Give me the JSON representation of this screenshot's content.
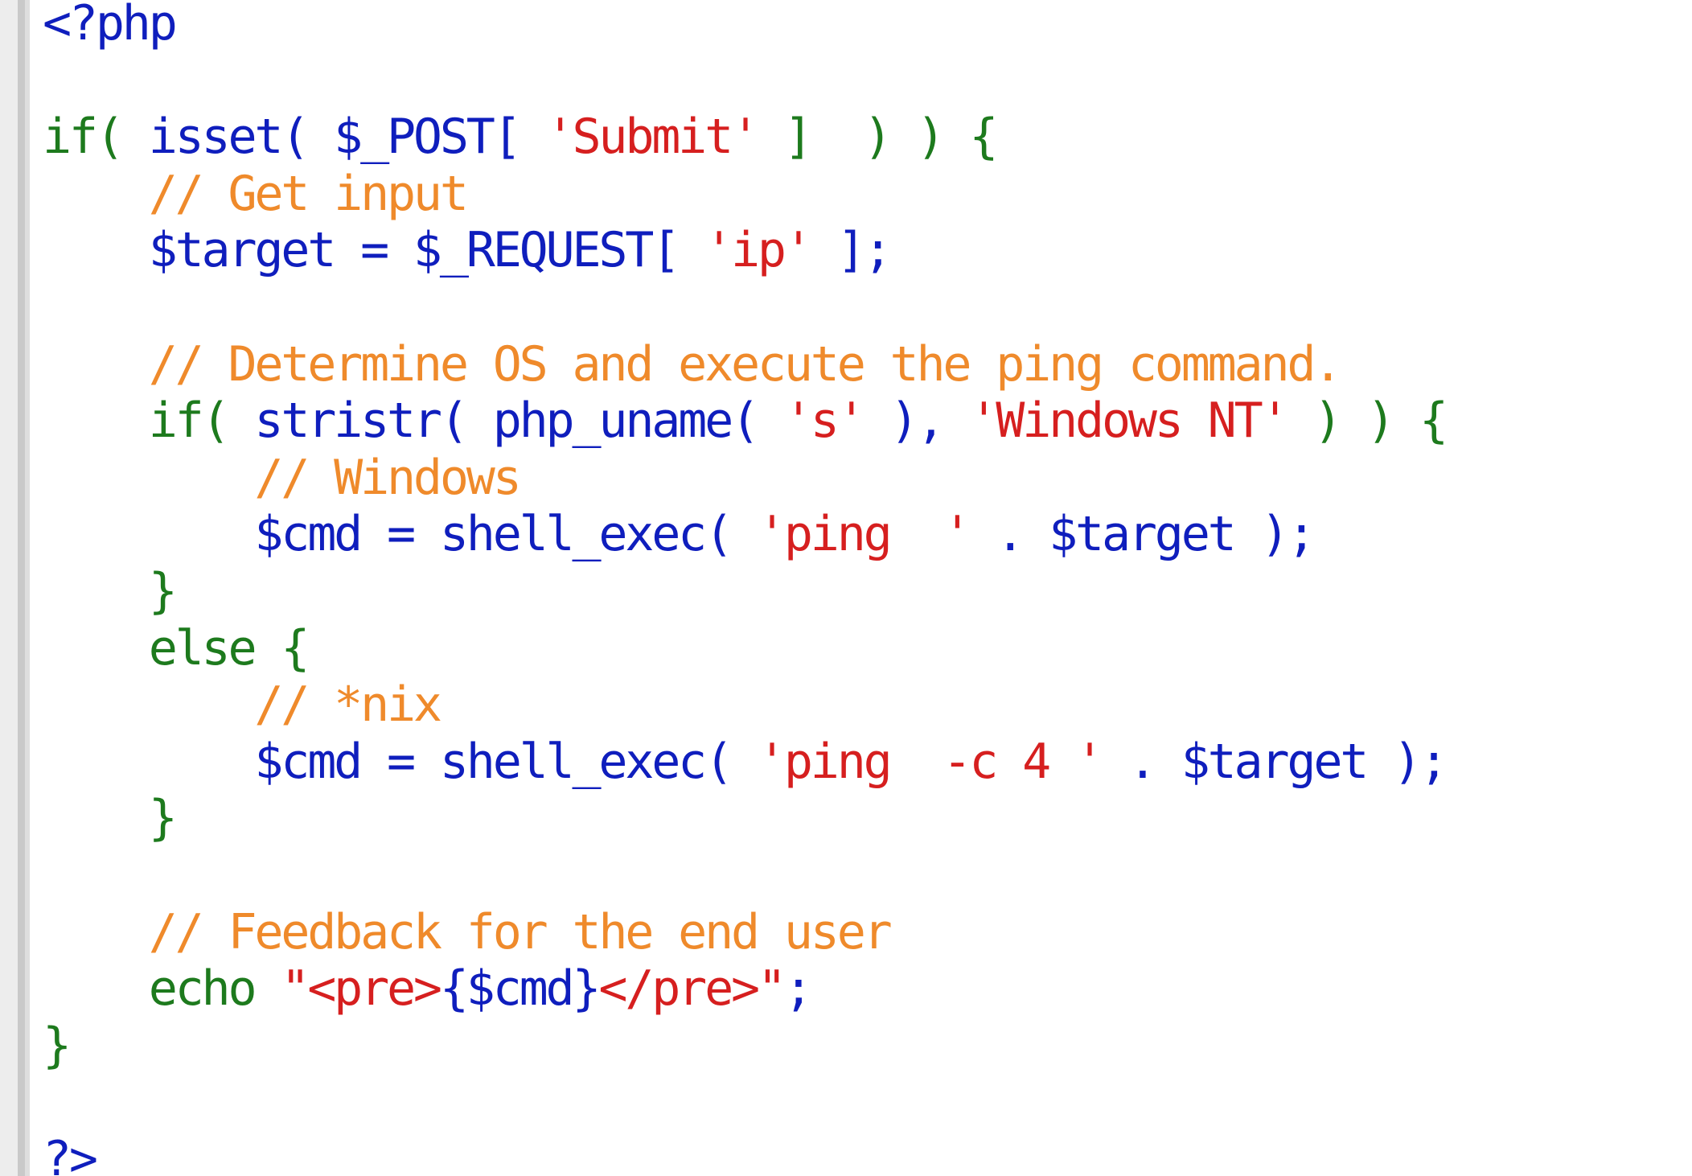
{
  "colors": {
    "keyword": "#1d7a1d",
    "default": "#0f1ebd",
    "string": "#d61f1f",
    "comment": "#ef8a2b",
    "background": "#ffffff",
    "gutter": "#ededed"
  },
  "lines": [
    [
      {
        "t": "<?php",
        "k": "tag"
      }
    ],
    [],
    [
      {
        "t": "if( ",
        "k": "kw"
      },
      {
        "t": "isset( $_POST[ ",
        "k": "fn"
      },
      {
        "t": "'Submit'",
        "k": "str"
      },
      {
        "t": " ]  ) ) {",
        "k": "kw"
      }
    ],
    [
      {
        "t": "    // Get input",
        "k": "com"
      }
    ],
    [
      {
        "t": "    $target = $_REQUEST[ ",
        "k": "var"
      },
      {
        "t": "'ip'",
        "k": "str"
      },
      {
        "t": " ];",
        "k": "var"
      }
    ],
    [],
    [
      {
        "t": "    // Determine OS and execute the ping command.",
        "k": "com"
      }
    ],
    [
      {
        "t": "    if( ",
        "k": "kw"
      },
      {
        "t": "stristr( php_uname( ",
        "k": "fn"
      },
      {
        "t": "'s'",
        "k": "str"
      },
      {
        "t": " ), ",
        "k": "fn"
      },
      {
        "t": "'Windows NT'",
        "k": "str"
      },
      {
        "t": " ) ) {",
        "k": "kw"
      }
    ],
    [
      {
        "t": "        // Windows",
        "k": "com"
      }
    ],
    [
      {
        "t": "        $cmd = shell_exec( ",
        "k": "var"
      },
      {
        "t": "'ping  '",
        "k": "str"
      },
      {
        "t": " . $target );",
        "k": "var"
      }
    ],
    [
      {
        "t": "    }",
        "k": "kw"
      }
    ],
    [
      {
        "t": "    else {",
        "k": "kw"
      }
    ],
    [
      {
        "t": "        // *nix",
        "k": "com"
      }
    ],
    [
      {
        "t": "        $cmd = shell_exec( ",
        "k": "var"
      },
      {
        "t": "'ping  -c 4 '",
        "k": "str"
      },
      {
        "t": " . $target );",
        "k": "var"
      }
    ],
    [
      {
        "t": "    }",
        "k": "kw"
      }
    ],
    [],
    [
      {
        "t": "    // Feedback for the end user",
        "k": "com"
      }
    ],
    [
      {
        "t": "    echo ",
        "k": "kw"
      },
      {
        "t": "\"<pre>",
        "k": "str"
      },
      {
        "t": "{$cmd}",
        "k": "var"
      },
      {
        "t": "</pre>\"",
        "k": "str"
      },
      {
        "t": ";",
        "k": "var"
      }
    ],
    [
      {
        "t": "}",
        "k": "kw"
      }
    ],
    [],
    [
      {
        "t": "?>",
        "k": "tag"
      }
    ]
  ]
}
